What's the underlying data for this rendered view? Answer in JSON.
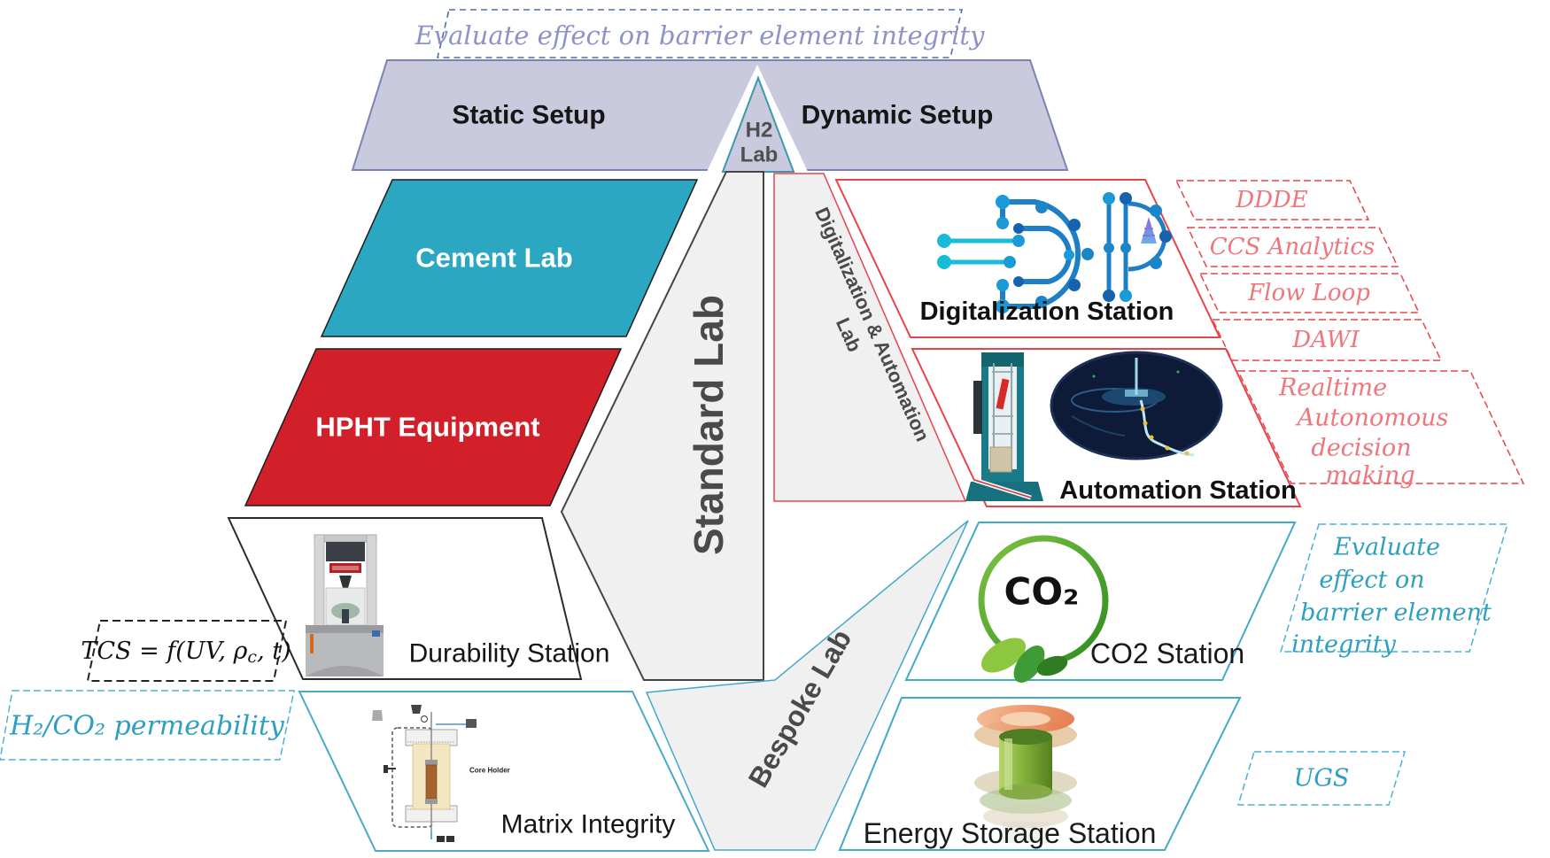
{
  "title_annotation": "Evaluate effect on barrier element integrity",
  "setup_band": {
    "static": "Static Setup",
    "dynamic": "Dynamic Setup",
    "h2_line1": "H2",
    "h2_line2": "Lab"
  },
  "labs": {
    "cement": "Cement Lab",
    "hpht": "HPHT Equipment",
    "standard": "Standard Lab",
    "digi_auto_line1": "Digitalization & Automation",
    "digi_auto_line2": "Lab",
    "bespoke": "Bespoke Lab"
  },
  "stations": {
    "digitalization": "Digitalization Station",
    "automation": "Automation Station",
    "co2": "CO2 Station",
    "energy": "Energy Storage Station",
    "durability": "Durability Station",
    "matrix": "Matrix Integrity"
  },
  "co2_logo_text": "CO₂",
  "matrix_schematic": {
    "core_holder": "Core Holder"
  },
  "red_tags": {
    "items": [
      "DDDE",
      "CCS Analytics",
      "Flow Loop",
      "DAWI"
    ],
    "realtime_lines": [
      "Realtime",
      "Autonomous",
      "decision",
      "making"
    ]
  },
  "teal_tags": {
    "evaluate_lines": [
      "Evaluate",
      "effect on",
      "barrier element",
      "integrity"
    ],
    "ugs": "UGS",
    "permeability": "H₂/CO₂ permeability"
  },
  "formula": {
    "pre": "TCS = f(UV, ρ",
    "sub": "c",
    "post": ", t)"
  },
  "colors": {
    "lavender": "#c9cade",
    "teal_box": "#2ba7c1",
    "red_box": "#d2202b",
    "gray_shape": "#f0f0f1",
    "red_accent": "#e8434b",
    "teal_accent": "#43a9c9",
    "red_tag_text": "#ef767c",
    "teal_tag_text": "#2d9fc0",
    "purple_text": "#8c93c6"
  }
}
